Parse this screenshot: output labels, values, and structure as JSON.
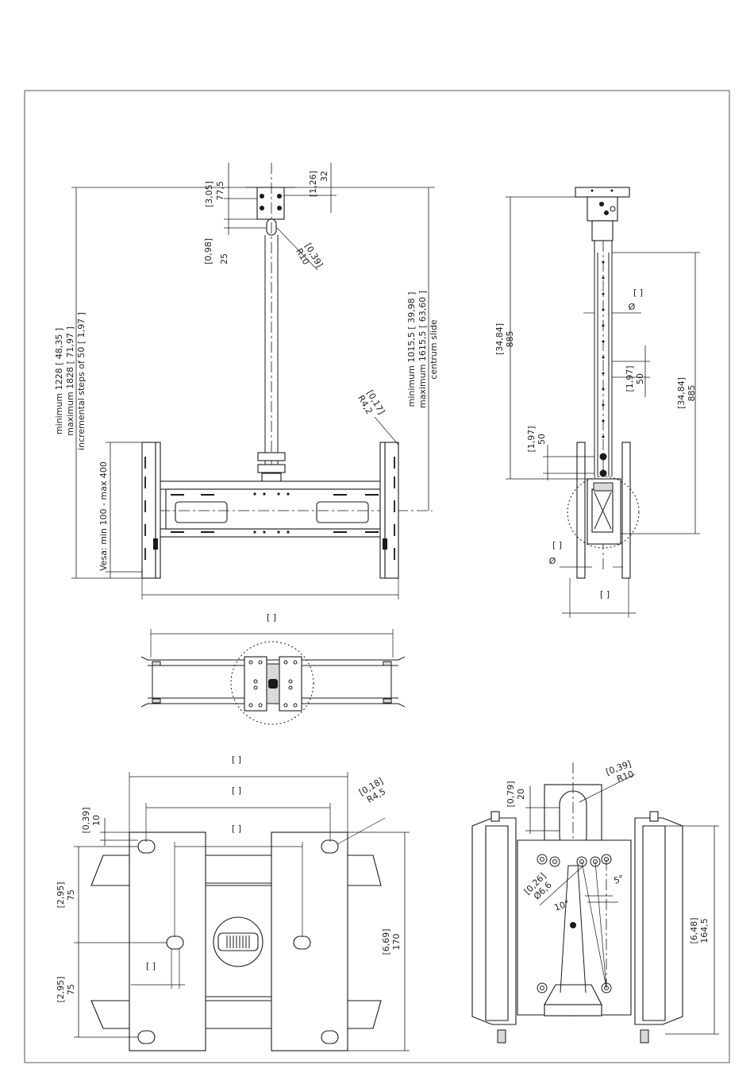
{
  "front_view": {
    "dim_top_in": "[3,05]",
    "dim_top_mm": "77,5",
    "dim_top2_in": "[1,26]",
    "dim_top2_mm": "32",
    "dim_slot_in": "[0,98]",
    "dim_slot_mm": "25",
    "radius_in": "[0,39]",
    "radius_mm": "R10",
    "radius2_in": "[0,17]",
    "radius2_mm": "R4,2",
    "length_lines": [
      "minimum 1228 [ 48,35 ]",
      "maximum 1828 [ 71,97 ]",
      "incremental steps of 50 [ 1,97 ]"
    ],
    "centrum_lines": [
      "minimum 1015,5 [ 39,98 ]",
      "maximum 1615,5 [ 63,60 ]",
      "centrum slide"
    ],
    "vesa_label": "Vesa: min 100 - max 400",
    "width_label": "[     ]"
  },
  "side_view": {
    "dim_tube_in": "[34,84]",
    "dim_tube_mm": "885",
    "dim_tube2_in": "[34,84]",
    "dim_tube2_mm": "885",
    "dim_step_in": "[1,97]",
    "dim_step_mm": "50",
    "dim_step2_in": "[1,97]",
    "dim_step2_mm": "50",
    "dia_label": "[     ]",
    "dia_symbol": "Ø",
    "dia2_label": "[     ]",
    "dia2_symbol": "Ø",
    "width_label": "[     ]"
  },
  "top_view": {
    "width_label": "[     ]"
  },
  "plate_view": {
    "dim_a": "[     ]",
    "dim_b": "[     ]",
    "dim_c": "[     ]",
    "dim_edge_in": "[0,39]",
    "dim_edge_mm": "10",
    "radius_in": "[0,18]",
    "radius_mm": "R4,5",
    "dim_v1_in": "[2,95]",
    "dim_v1_mm": "75",
    "dim_v2_in": "[2,95]",
    "dim_v2_mm": "75",
    "dim_h_in": "[6,69]",
    "dim_h_mm": "170",
    "dim_slot": "[     ]"
  },
  "detail_view": {
    "dim_top_in": "[0,79]",
    "dim_top_mm": "20",
    "radius_in": "[0,39]",
    "radius_mm": "R10",
    "dia_in": "[0,26]",
    "dia_mm": "Ø6,6",
    "angle1": "10°",
    "angle2": "5°",
    "dim_h_in": "[6,48]",
    "dim_h_mm": "164,5"
  }
}
